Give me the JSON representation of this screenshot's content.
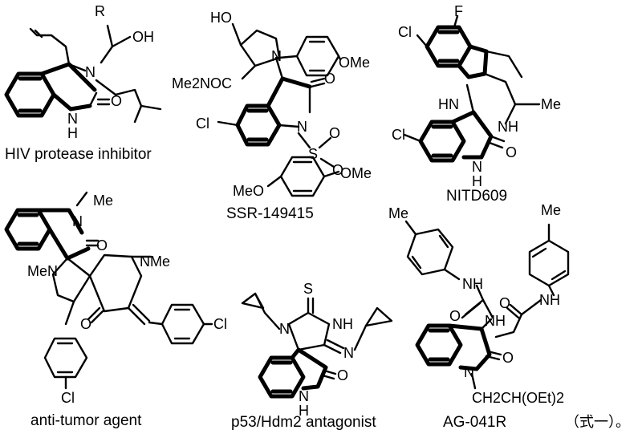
{
  "compounds": [
    {
      "name": "HIV protease inhibitor"
    },
    {
      "name": "SSR-149415"
    },
    {
      "name": "NITD609"
    },
    {
      "name": "anti-tumor agent"
    },
    {
      "name": "p53/Hdm2 antagonist"
    },
    {
      "name": "AG-041R"
    }
  ],
  "formula_tag": "（式一）。",
  "atoms": {
    "hiv": {
      "R": "R",
      "OH": "OH",
      "N": "N",
      "O": "O",
      "NH": "N",
      "H": "H"
    },
    "ssr": {
      "HO": "HO",
      "N_pyr": "N",
      "OMe_top": "OMe",
      "Me2NOC": "Me2NOC",
      "O": "O",
      "Cl": "Cl",
      "N_ind": "N",
      "S": "S",
      "O1": "O",
      "O2": "O",
      "OMe_mid": "OMe",
      "MeO": "MeO"
    },
    "nitd": {
      "F": "F",
      "Cl_top": "Cl",
      "HN": "HN",
      "Me": "Me",
      "NH": "NH",
      "Cl": "Cl",
      "O": "O",
      "N": "N",
      "H": "H"
    },
    "anti": {
      "Me": "Me",
      "N_ind": "N",
      "O_ind": "O",
      "MeN": "MeN",
      "NMe": "NMe",
      "O": "O",
      "Cl_right": "Cl",
      "Cl_bottom": "Cl"
    },
    "p53": {
      "S": "S",
      "N_left": "N",
      "NH": "NH",
      "N_imine": "N",
      "O": "O",
      "N": "N",
      "H": "H"
    },
    "ag": {
      "Me_left": "Me",
      "Me_right": "Me",
      "NH_top": "NH",
      "O_urea": "O",
      "NH_right": "NH",
      "O_amide": "O",
      "NH_ind": "NH",
      "N": "N",
      "O": "O",
      "chain": "CH2CH(OEt)2"
    }
  }
}
